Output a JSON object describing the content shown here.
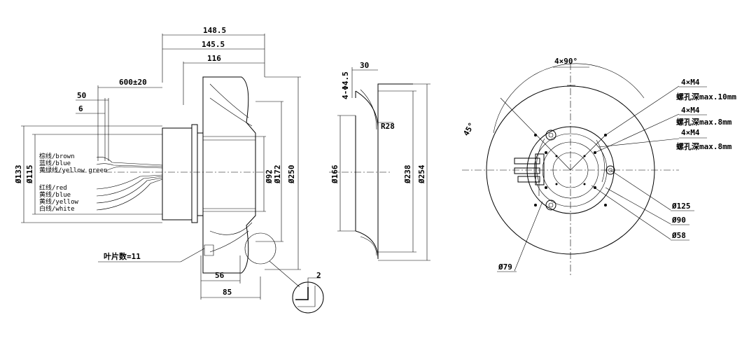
{
  "side_view": {
    "dims": {
      "d148_5": "148.5",
      "d145_5": "145.5",
      "d116": "116",
      "d600": "600±20",
      "d50": "50",
      "d6": "6",
      "d56": "56",
      "d85": "85",
      "d133": "Ø133",
      "d115": "Ø115",
      "d92": "Ø92",
      "d172": "Ø172",
      "d250": "Ø250",
      "d2": "2"
    },
    "wires": [
      "棕线/brown",
      "蓝线/blue",
      "黄绿线/yellow green",
      "红线/red",
      "黄线/blue",
      "黄线/yellow",
      "白线/white"
    ],
    "blade_count": "叶片数=11"
  },
  "ring_view": {
    "dims": {
      "d4_45": "4-Φ4.5",
      "d30": "30",
      "r28": "R28",
      "d166": "Ø166",
      "d238": "Ø238",
      "d254": "Ø254"
    }
  },
  "front_view": {
    "angle_top": "4×90°",
    "angle_45": "45°",
    "holes": [
      {
        "thread": "4×M4",
        "depth": "螺孔深max.10mm"
      },
      {
        "thread": "4×M4",
        "depth": "螺孔深max.8mm"
      },
      {
        "thread": "4×M4",
        "depth": "螺孔深max.8mm"
      }
    ],
    "diameters": {
      "d125": "Ø125",
      "d90": "Ø90",
      "d58": "Ø58",
      "d79": "Ø79"
    }
  }
}
